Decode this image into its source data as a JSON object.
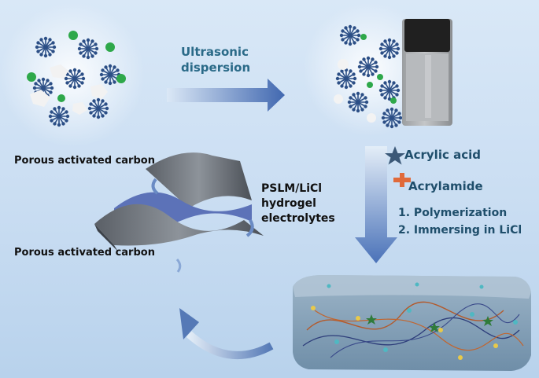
{
  "ultrasonic": [
    "Ultrasonic",
    "dispersion"
  ],
  "electrode_top": "Porous activated carbon",
  "electrode_bottom": "Porous activated carbon",
  "electrolyte": [
    "PSLM/LiCl",
    "hydrogel",
    "electrolytes"
  ],
  "monomers": [
    {
      "label": "Acrylic acid",
      "icon": "star-icon",
      "color": "#3b5877"
    },
    {
      "label": "Acrylamide",
      "icon": "cross-shape-icon",
      "color": "#e06a3a"
    }
  ],
  "steps": [
    "1. Polymerization",
    "2. Immersing in LiCl"
  ],
  "colors": {
    "title_text": "#2a6a88",
    "label_text": "#1f4e6b",
    "arrow": "#3e6fae",
    "hydrogel": "#7f9db5"
  }
}
